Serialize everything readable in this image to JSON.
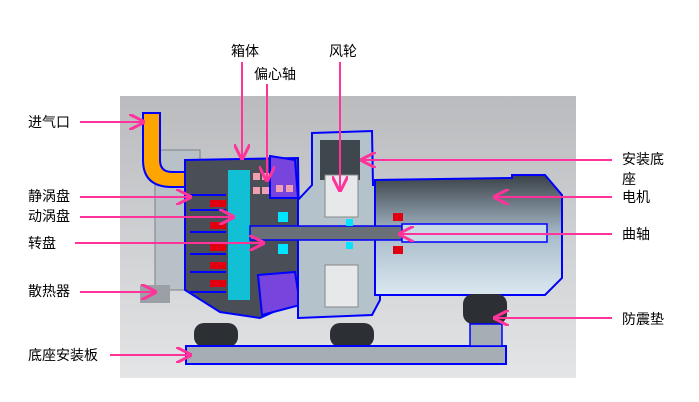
{
  "labels": {
    "box": "箱体",
    "eccentric_shaft": "偏心轴",
    "fan_wheel": "风轮",
    "air_inlet": "进气口",
    "fixed_scroll": "静涡盘",
    "orbiting_scroll": "动涡盘",
    "turntable": "转盘",
    "radiator": "散热器",
    "base_mount_plate": "底座安装板",
    "mount_base_line1": "安装底",
    "mount_base_line2": "座",
    "motor": "电机",
    "crankshaft": "曲轴",
    "shock_pad": "防震垫"
  },
  "colors": {
    "arrow": "#ff3399",
    "outline": "#0000ff",
    "inlet_pipe": "#ffa500",
    "background": "#c8c8c8"
  }
}
